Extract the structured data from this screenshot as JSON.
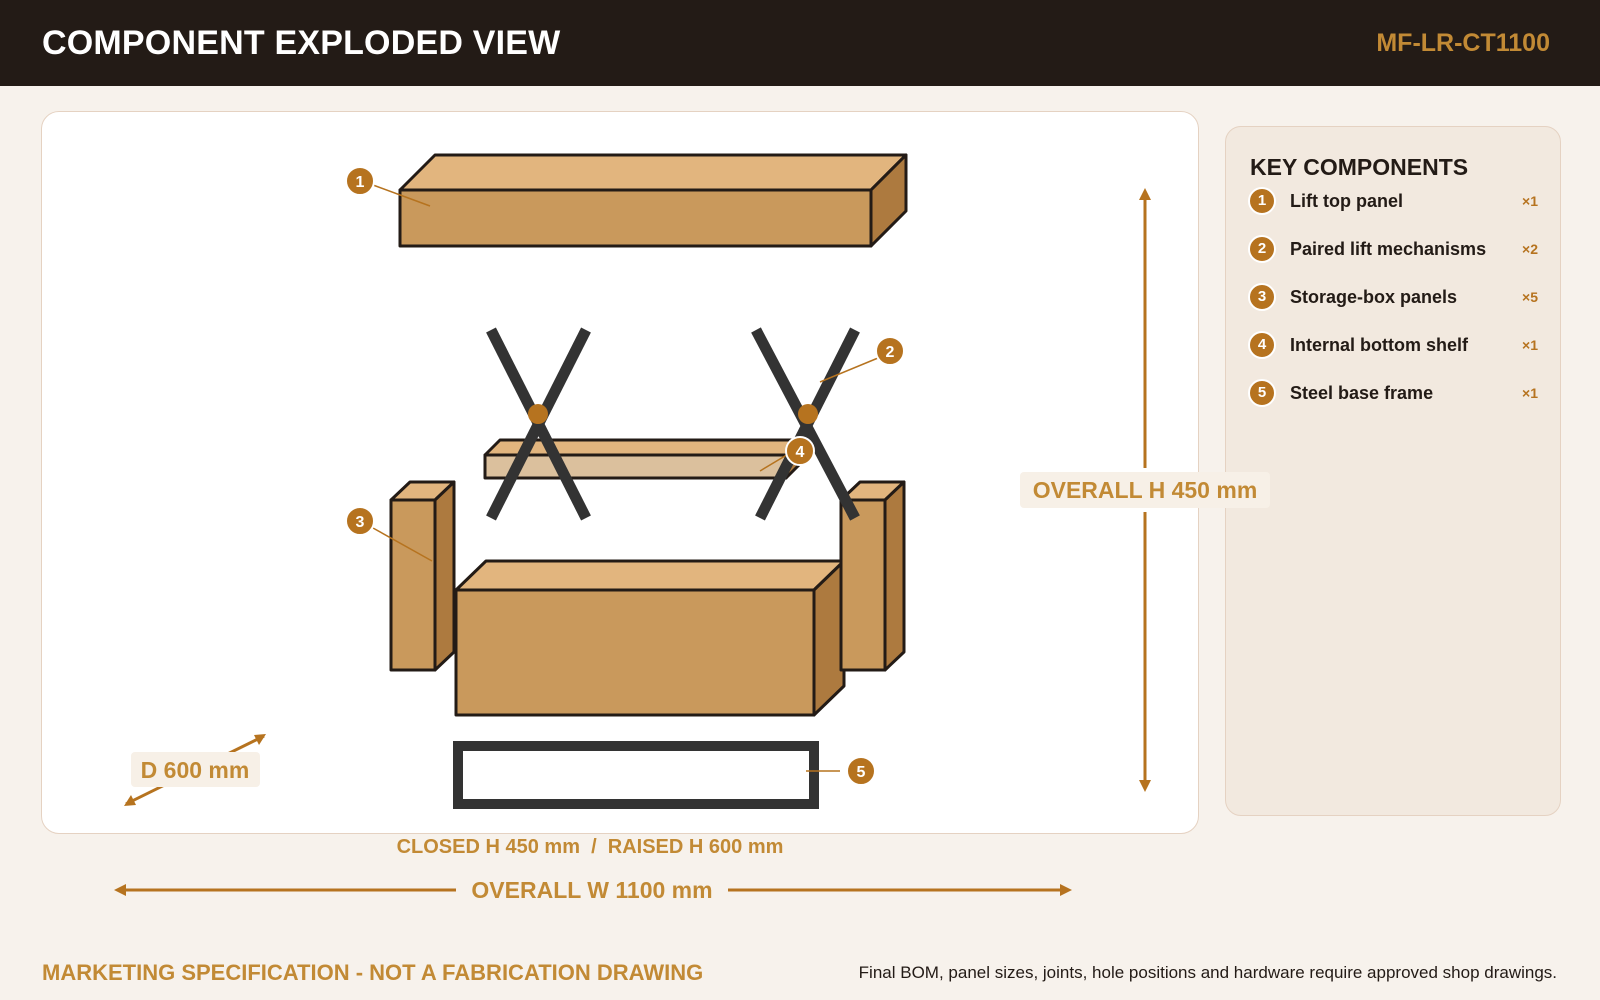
{
  "header": {
    "title": "COMPONENT EXPLODED VIEW",
    "code": "MF-LR-CT1100"
  },
  "callouts": {
    "c1": "1",
    "c2": "2",
    "c3": "3",
    "c4": "4",
    "c5": "5"
  },
  "dimensions": {
    "overall_h": "OVERALL H 450 mm",
    "depth": "D 600 mm",
    "closed_raised": "CLOSED H 450 mm  /  RAISED H 600 mm",
    "overall_w": "OVERALL W 1100 mm"
  },
  "key_components": {
    "title": "KEY COMPONENTS",
    "items": [
      {
        "num": "1",
        "label": "Lift top panel",
        "qty": "×1"
      },
      {
        "num": "2",
        "label": "Paired lift mechanisms",
        "qty": "×2"
      },
      {
        "num": "3",
        "label": "Storage-box panels",
        "qty": "×5"
      },
      {
        "num": "4",
        "label": "Internal bottom shelf",
        "qty": "×1"
      },
      {
        "num": "5",
        "label": "Steel base frame",
        "qty": "×1"
      }
    ]
  },
  "footer": {
    "disclaimer": "MARKETING SPECIFICATION - NOT A FABRICATION DRAWING",
    "note": "Final BOM, panel sizes, joints, hole positions and hardware require approved shop drawings."
  },
  "colors": {
    "header_bg": "#231b16",
    "accent": "#b6731f",
    "accent_text": "#c28a35",
    "wood_front": "#c9995c",
    "wood_top": "#e2b57e",
    "wood_side": "#ad7a3f",
    "shelf_front": "#dbc09d",
    "steel": "#2f2f2f"
  }
}
